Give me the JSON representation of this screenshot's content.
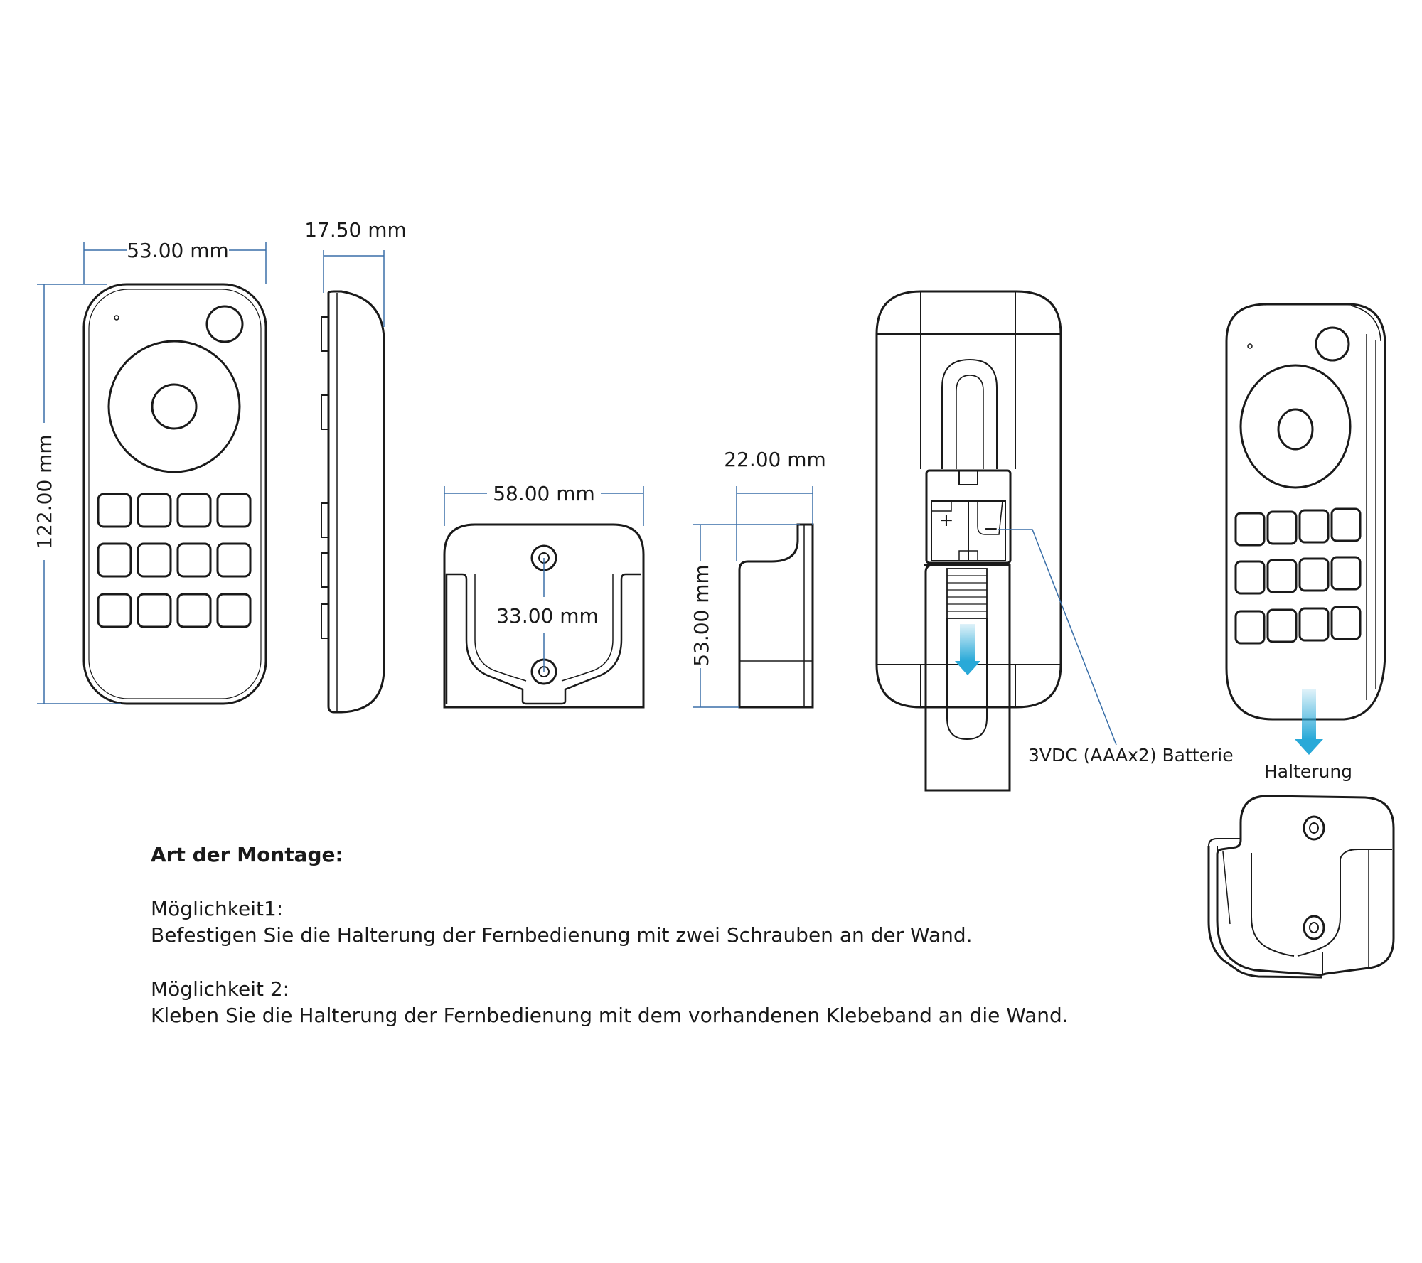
{
  "dimensions": {
    "remote_width": "53.00 mm",
    "remote_thickness": "17.50 mm",
    "remote_height": "122.00 mm",
    "holder_width": "58.00 mm",
    "screw_distance": "33.00 mm",
    "holder_depth": "22.00 mm",
    "holder_height": "53.00 mm"
  },
  "labels": {
    "battery": "3VDC (AAAx2) Batterie",
    "holder": "Halterung"
  },
  "battery_marks": {
    "plus": "+",
    "minus": "−"
  },
  "mounting": {
    "heading": "Art der Montage:",
    "option1_title": "Möglichkeit1:",
    "option1_text": "Befestigen Sie die Halterung der Fernbedienung mit zwei Schrauben an der Wand.",
    "option2_title": "Möglichkeit 2:",
    "option2_text": "Kleben Sie die Halterung der Fernbedienung mit dem vorhandenen Klebeband an die Wand."
  },
  "colors": {
    "outline": "#1a1a1a",
    "dimension_line": "#3a6fa8",
    "arrow": "#29a9d8"
  }
}
